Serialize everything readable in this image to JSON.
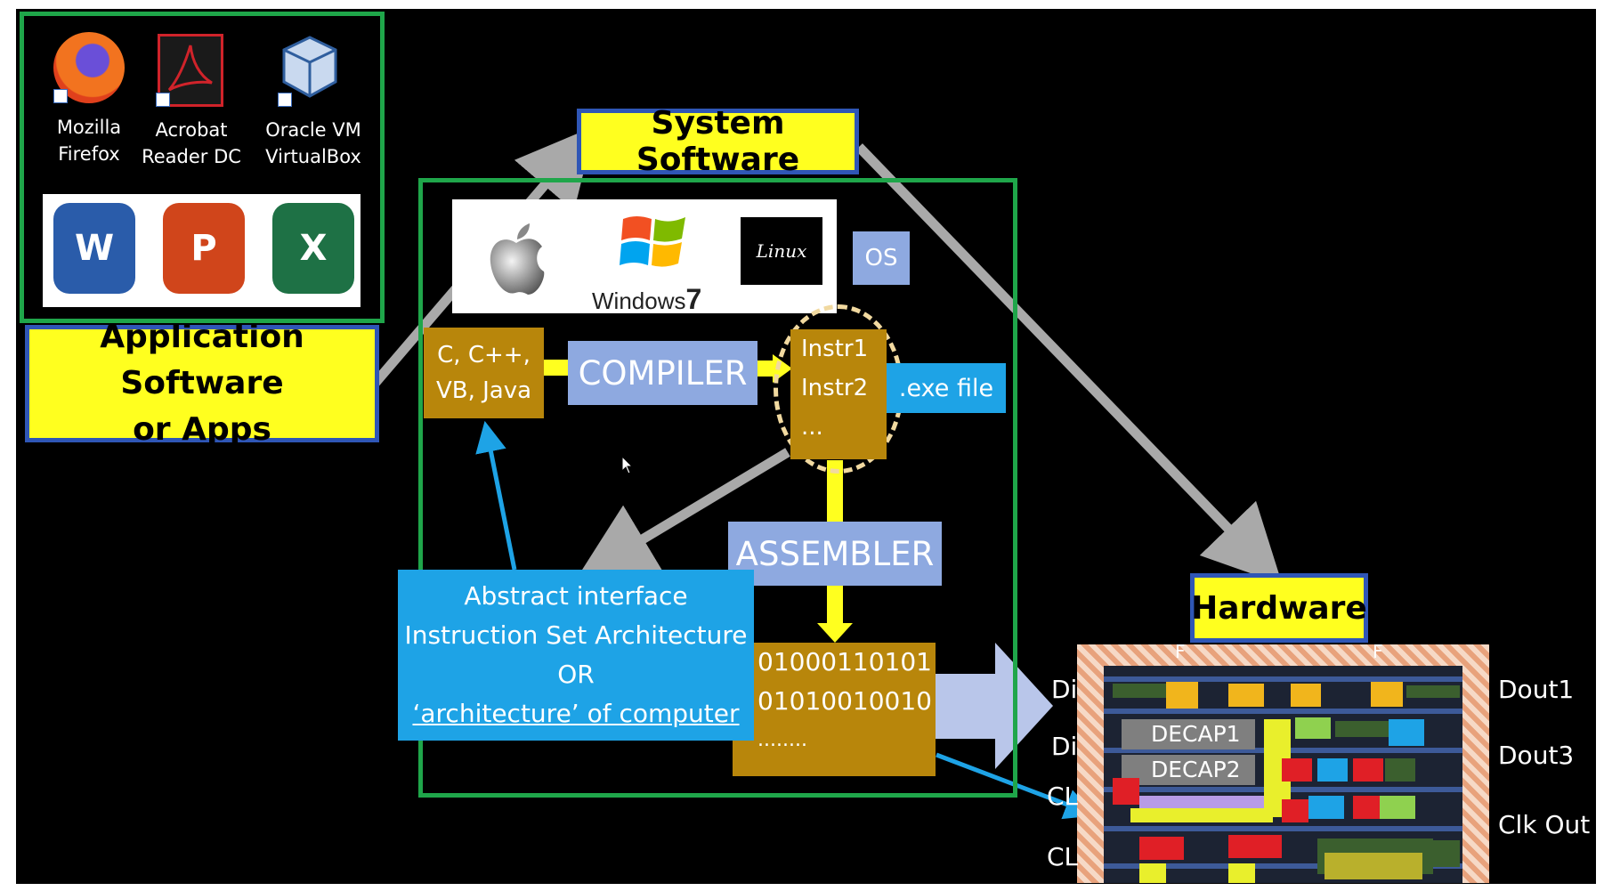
{
  "apps": {
    "firefox_line1": "Mozilla",
    "firefox_line2": "Firefox",
    "acrobat_line1": "Acrobat",
    "acrobat_line2": "Reader DC",
    "vbox_line1": "Oracle VM",
    "vbox_line2": "VirtualBox",
    "word_letter": "W",
    "ppt_letter": "P",
    "excel_letter": "X"
  },
  "labels": {
    "app_software_line1": "Application Software",
    "app_software_line2": "or Apps",
    "system_software": "System Software",
    "hardware": "Hardware",
    "os": "OS",
    "windows_text": "Windows",
    "windows_num": "7",
    "linux_text": "Linux",
    "languages_line1": "C, C++,",
    "languages_line2": "VB, Java",
    "compiler": "COMPILER",
    "instr1": "Instr1",
    "instr2": "Instr2",
    "instr_more": "...",
    "exe_file": ".exe file",
    "assembler": "ASSEMBLER",
    "binary1": "01000110101",
    "binary2": "01010010010",
    "binary_more": "........",
    "isa_line1": "Abstract interface",
    "isa_line2": "Instruction Set Architecture",
    "isa_line3": "OR",
    "isa_line4": "‘architecture’ of computer"
  },
  "chip": {
    "pin_din1": "Di",
    "pin_din2": "Di",
    "pin_clk1": "CL",
    "pin_clk2": "CL",
    "pin_dout1": "Dout1",
    "pin_dout3": "Dout3",
    "pin_clkout": "Clk Out",
    "decap1": "DECAP1",
    "decap2": "DECAP2",
    "top_f1": "F",
    "top_f2": "F"
  },
  "colors": {
    "green_box": "#1fa64a",
    "label_yellow": "#ffff1f",
    "label_border": "#2f56b6",
    "tan": "#b8860b",
    "lavender": "#8ea9e0",
    "cyan": "#1ea3e6",
    "arrow_gray": "#a9a9a9",
    "flow_yellow": "#ffff1f"
  }
}
